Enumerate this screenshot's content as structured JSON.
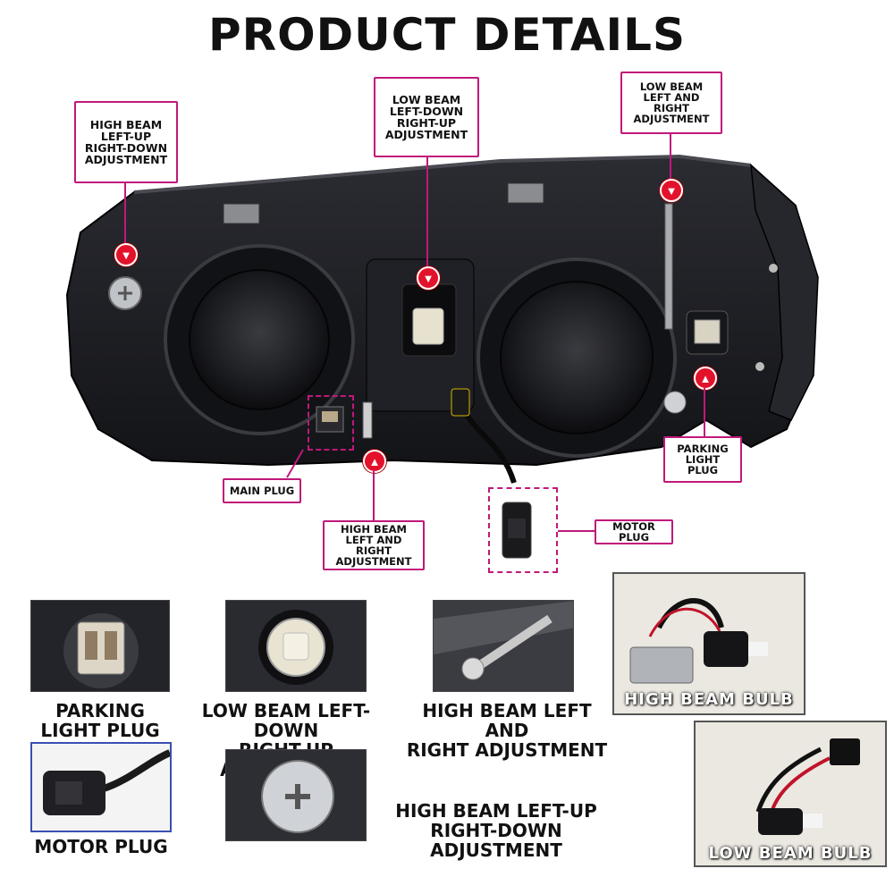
{
  "title": "PRODUCT DETAILS",
  "callouts": {
    "high_beam_left_up": "HIGH BEAM\nLEFT-UP\nRIGHT-DOWN\nADJUSTMENT",
    "low_beam_left_down": "LOW BEAM\nLEFT-DOWN\nRIGHT-UP\nADJUSTMENT",
    "low_beam_left_right": "LOW BEAM\nLEFT AND RIGHT\nADJUSTMENT",
    "parking_light_plug": "PARKING\nLIGHT PLUG",
    "main_plug": "MAIN PLUG",
    "high_beam_left_right": "HIGH BEAM\nLEFT AND RIGHT\nADJUSTMENT",
    "motor_plug": "MOTOR PLUG"
  },
  "captions": {
    "parking_light_plug": "PARKING\nLIGHT PLUG",
    "low_beam_adjust": "LOW BEAM LEFT-DOWN\nRIGHT-UP ADJUSTMENT",
    "high_beam_lr": "HIGH BEAM LEFT AND\nRIGHT ADJUSTMENT",
    "motor_plug": "MOTOR PLUG",
    "high_beam_lu": "HIGH BEAM LEFT-UP\nRIGHT-DOWN ADJUSTMENT"
  },
  "photo_labels": {
    "high_beam_bulb": "HIGH BEAM BULB",
    "low_beam_bulb": "LOW BEAM BULB"
  },
  "colors": {
    "accent": "#c0187a",
    "arrow": "#e3122b",
    "housing": "#1c1d22"
  },
  "icons": {
    "arrow": "up/down-arrow-icon"
  }
}
